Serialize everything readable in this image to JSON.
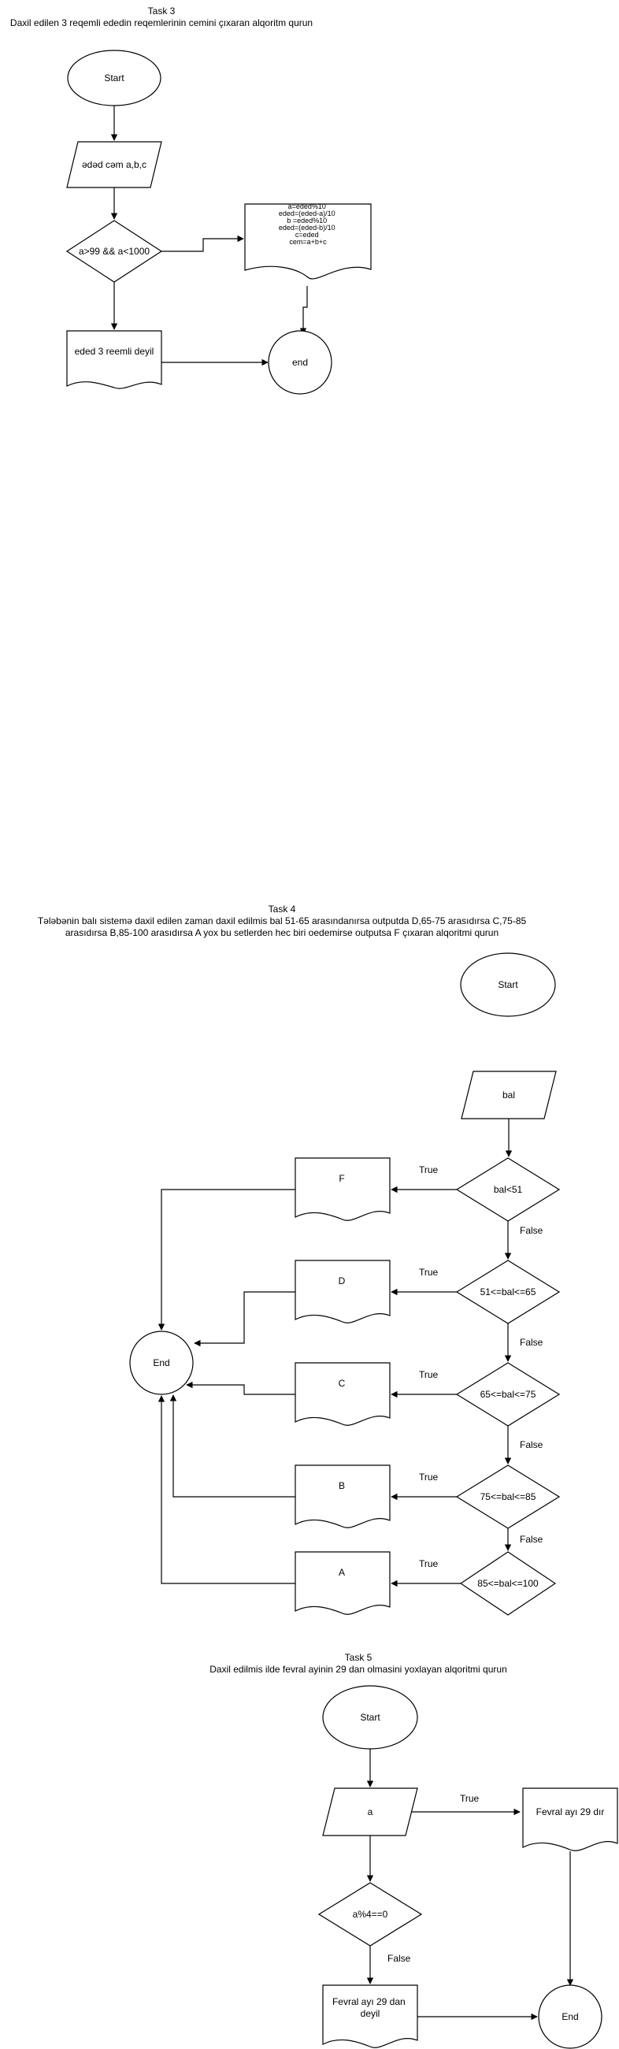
{
  "task3": {
    "title": "Task 3",
    "subtitle": "Daxil edilen 3 reqemli ededin reqemlerinin cemini çıxaran alqoritm qurun",
    "start": "Start",
    "input": "ədəd cəm a,b,c",
    "condition": "a>99 && a<1000",
    "process_lines": [
      "a=eded%10",
      "eded=(eded-a)/10",
      "b =eded%10",
      "eded=(eded-b)/10",
      "c=eded",
      "cem=a+b+c"
    ],
    "error": "eded 3 reemli deyil",
    "end": "end"
  },
  "task4": {
    "title": "Task 4",
    "subtitle_line1": "Tələbənin balı sistemə daxil  edilen zaman daxil edilmis bal 51-65 arasındanırsa outputda D,65-75 arasıdırsa C,75-85",
    "subtitle_line2": "arasıdırsa B,85-100 arasıdırsa A yox bu setlerden hec biri oedemirse outputsa F çıxaran alqoritmi qurun",
    "start": "Start",
    "input": "bal",
    "end": "End",
    "true_label": "True",
    "false_label": "False",
    "conditions": [
      "bal<51",
      "51<=bal<=65",
      "65<=bal<=75",
      "75<=bal<=85",
      "85<=bal<=100"
    ],
    "outputs": [
      "F",
      "D",
      "C",
      "B",
      "A"
    ]
  },
  "task5": {
    "title": "Task 5",
    "subtitle": "Daxil edilmis ilde fevral ayinin 29 dan olmasini yoxlayan alqoritmi qurun",
    "start": "Start",
    "input": "a",
    "condition": "a%4==0",
    "true_label": "True",
    "false_label": "False",
    "yes_output": "Fevral ayı 29 dır",
    "no_output_line1": "Fevral ayı 29 dan",
    "no_output_line2": "deyil",
    "end": "End"
  }
}
